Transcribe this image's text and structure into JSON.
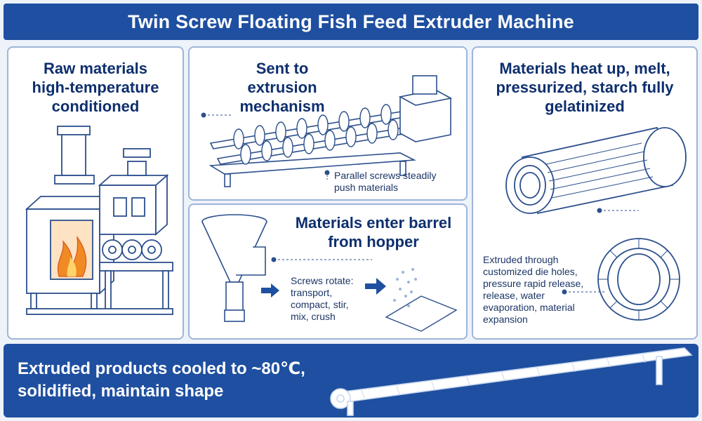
{
  "title": "Twin Screw Floating Fish Feed Extruder Machine",
  "panels": {
    "conditioning": {
      "title": "Raw materials high-temperature conditioned"
    },
    "extrusion": {
      "title": "Sent to extrusion mechanism",
      "note": "Parallel screws steadily push materials"
    },
    "hopper": {
      "title": "Materials enter barrel from hopper",
      "note": "Screws rotate: transport, compact, stir, mix, crush"
    },
    "heating": {
      "title": "Materials heat up, melt, pressurized, starch fully gelatinized",
      "note": "Extruded through customized die holes, pressure rapid release, release, water evaporation, material expansion"
    }
  },
  "bottom": {
    "text": "Extruded products cooled to ~80℃, solidified, maintain shape"
  },
  "colors": {
    "primary": "#1f4fa0",
    "line": "#2b4f8c",
    "accent_flame": "#f08a24",
    "panel_border": "#9db5d8"
  },
  "icons": [
    "arrow-right-icon",
    "flame-icon",
    "callout-dot-icon"
  ]
}
